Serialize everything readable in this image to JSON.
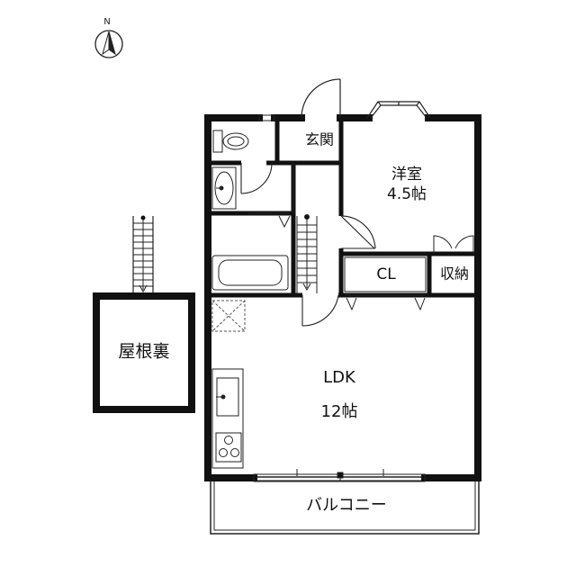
{
  "compass": {
    "north_label": "N",
    "icon": "north-arrow-icon"
  },
  "rooms": {
    "western_room": {
      "name": "洋室",
      "size": "4.5帖"
    },
    "genkan": {
      "name": "玄関"
    },
    "closet": {
      "name": "CL"
    },
    "storage": {
      "name": "収納"
    },
    "ldk": {
      "name": "LDK",
      "size": "12帖"
    },
    "attic": {
      "name": "屋根裏"
    },
    "balcony": {
      "name": "バルコニー"
    }
  },
  "colors": {
    "wall": "#111111",
    "line": "#222222",
    "background": "#ffffff"
  }
}
